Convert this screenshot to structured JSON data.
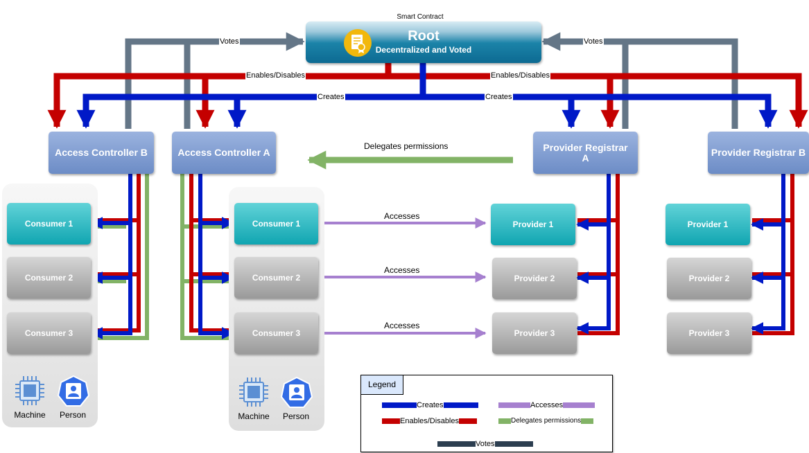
{
  "root": {
    "top_label": "Smart Contract",
    "title": "Root",
    "subtitle": "Decentralized and Voted"
  },
  "controllers": {
    "access_b": "Access Controller B",
    "access_a": "Access Controller A",
    "provider_a": "Provider Registrar A",
    "provider_b": "Provider Registrar B"
  },
  "consumers_b": [
    "Consumer 1",
    "Consumer 2",
    "Consumer 3"
  ],
  "consumers_a": [
    "Consumer 1",
    "Consumer 2",
    "Consumer 3"
  ],
  "providers_a": [
    "Provider 1",
    "Provider 2",
    "Provider 3"
  ],
  "providers_b": [
    "Provider 1",
    "Provider 2",
    "Provider 3"
  ],
  "edge_labels": {
    "votes_left": "Votes",
    "votes_right": "Votes",
    "enables_left": "Enables/Disables",
    "enables_right": "Enables/Disables",
    "creates_left": "Creates",
    "creates_right": "Creates",
    "delegates": "Delegates permissions",
    "accesses_1": "Accesses",
    "accesses_2": "Accesses",
    "accesses_3": "Accesses"
  },
  "icons": {
    "machine": "Machine",
    "person": "Person"
  },
  "legend": {
    "title": "Legend",
    "creates": "Creates",
    "accesses": "Accesses",
    "enables": "Enables/Disables",
    "delegates": "Delegates permissions",
    "votes": "Votes"
  },
  "colors": {
    "creates": "#0019c7",
    "enables": "#c40000",
    "votes": "#647687",
    "delegates": "#82b366",
    "accesses": "#a680cf",
    "votes_legend": "#2c3e50"
  }
}
